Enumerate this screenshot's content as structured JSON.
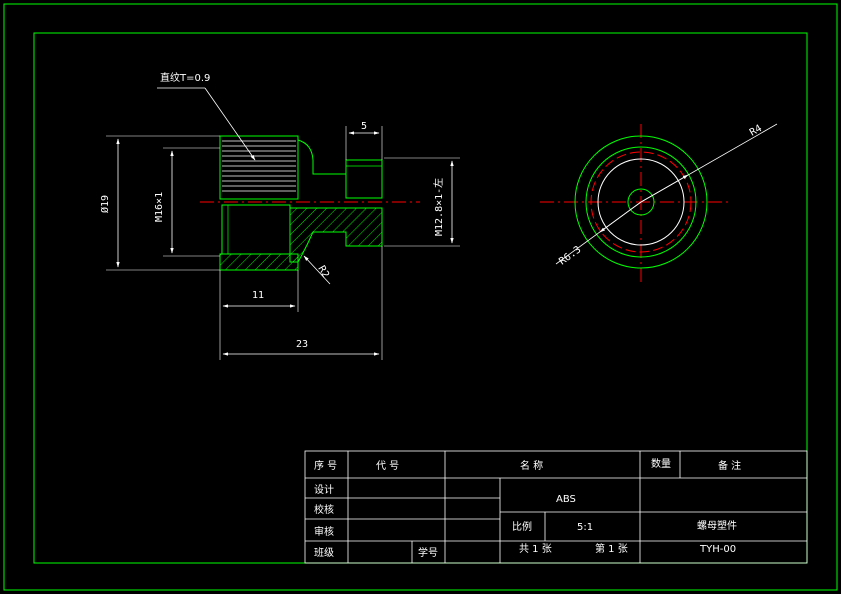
{
  "colors": {
    "background": "#000000",
    "border": "#00ff00",
    "outline": "#00ff00",
    "dimension": "#ffffff",
    "centerline": "#ff0000",
    "hatch": "#00ff00",
    "thread_circle": "#ff0000"
  },
  "annotations": {
    "knurl_note": "直纹T=0.9",
    "dim_19": "Ø19",
    "dim_m16": "M16×1",
    "dim_5": "5",
    "dim_m12": "M12.8×1-左",
    "dim_11": "11",
    "dim_23": "23",
    "dim_r2": "R2",
    "dim_r4": "R4",
    "dim_r6": "R6.3"
  },
  "title_block": {
    "header": {
      "index": "序 号",
      "code": "代 号",
      "name": "名 称",
      "quantity": "数量",
      "remarks": "备 注"
    },
    "rows": {
      "design": "设计",
      "check": "校核",
      "review": "审核",
      "class": "班级",
      "student_id": "学号"
    },
    "material": "ABS",
    "scale_label": "比例",
    "scale_value": "5:1",
    "sheet_total": "共 1 张",
    "sheet_no": "第 1 张",
    "part_name": "螺母塑件",
    "drawing_no": "TYH-00"
  }
}
